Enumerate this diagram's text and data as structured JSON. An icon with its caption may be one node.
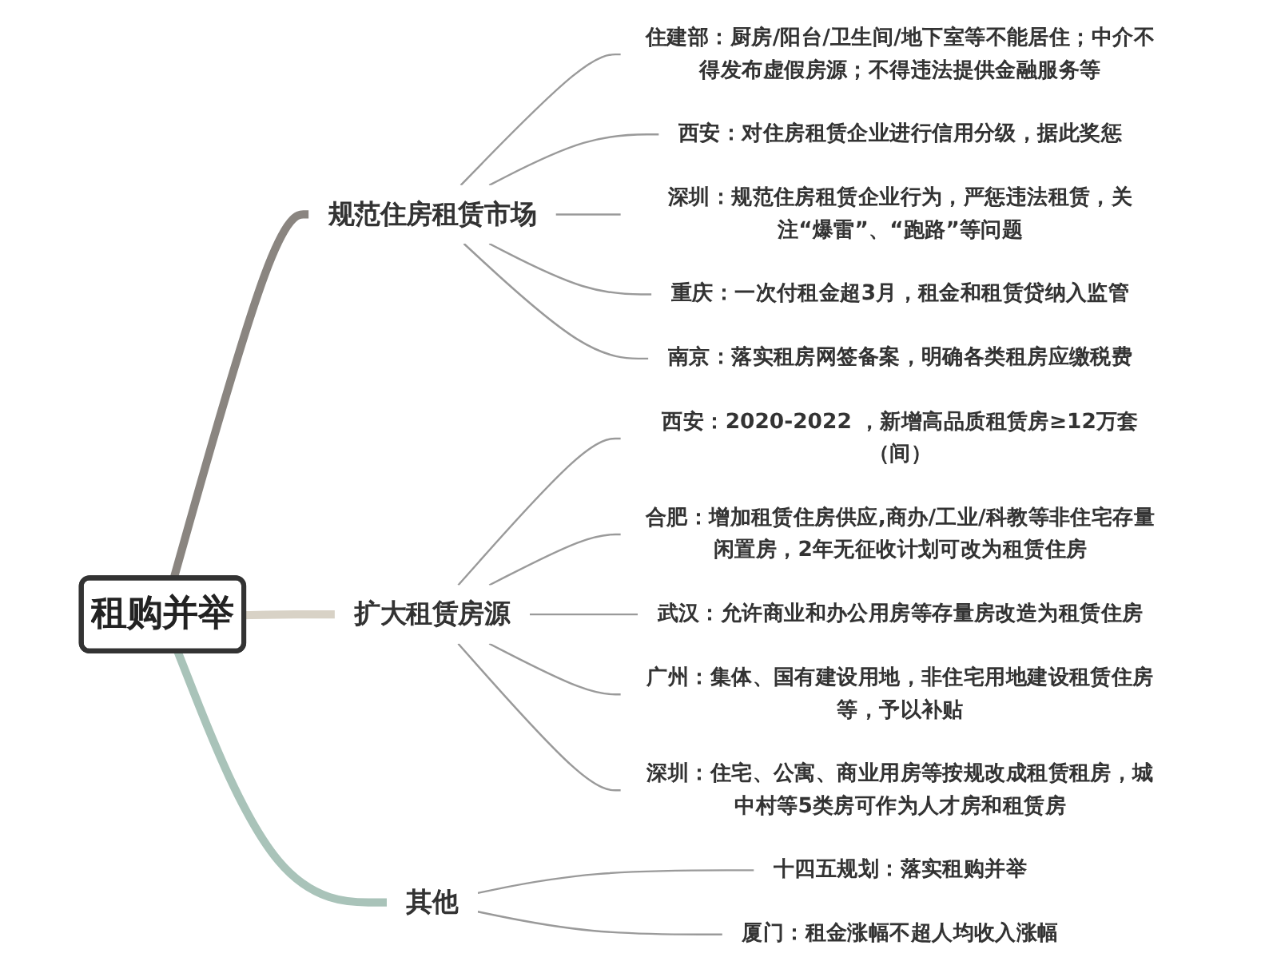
{
  "diagram": {
    "nodes": [
      {
        "text": [
          "租购并举"
        ]
      },
      {
        "text": [
          "规范住房租赁市场"
        ]
      },
      {
        "text": [
          "住建部：厨房/阳台/卫生间/地下室等不能居住；中介不得发布虚假房源；不得违法提供金融服务等"
        ]
      },
      {
        "text": [
          "西安：对住房租赁企业进行信用分级，据此奖惩"
        ]
      },
      {
        "text": [
          "深圳：规范住房租赁企业行为，严惩违法租赁，关注“爆雷”、“跑路”等问题"
        ]
      },
      {
        "text": [
          "重庆：一次付租金超3月，租金和租赁贷纳入监管"
        ]
      },
      {
        "text": [
          "南京：落实租房网签备案，明确各类租房应缴税费"
        ]
      },
      {
        "text": [
          "扩大租赁房源"
        ]
      },
      {
        "text": [
          "西安：2020-2022 ，新增高品质租赁房≥12万套（间）"
        ]
      },
      {
        "text": [
          "合肥：增加租赁住房供应,商办/工业/科教等非住宅存量闲置房，2年无征收计划可改为租赁住房"
        ]
      },
      {
        "text": [
          "武汉：允许商业和办公用房等存量房改造为租赁住房"
        ]
      },
      {
        "text": [
          "广州：集体、国有建设用地，非住宅用地建设租赁住房等，予以补贴"
        ]
      },
      {
        "text": [
          "深圳：住宅、公寓、商业用房等按规改成租赁租房，城中村等5类房可作为人才房和租赁房"
        ]
      },
      {
        "text": [
          "其他"
        ]
      },
      {
        "text": [
          "十四五规划：落实租购并举"
        ]
      },
      {
        "text": [
          "厦门：租金涨幅不超人均收入涨幅"
        ]
      }
    ],
    "edges": [
      {
        "from": 0,
        "to": 1,
        "arrow": "none",
        "style": "thick",
        "color": "#8a8580"
      },
      {
        "from": 1,
        "to": 2,
        "arrow": "none"
      },
      {
        "from": 1,
        "to": 3,
        "arrow": "none"
      },
      {
        "from": 1,
        "to": 4,
        "arrow": "none"
      },
      {
        "from": 1,
        "to": 5,
        "arrow": "none"
      },
      {
        "from": 1,
        "to": 6,
        "arrow": "none"
      },
      {
        "from": 0,
        "to": 7,
        "arrow": "none",
        "style": "thick",
        "color": "#d8d2c6"
      },
      {
        "from": 7,
        "to": 8,
        "arrow": "none"
      },
      {
        "from": 7,
        "to": 9,
        "arrow": "none"
      },
      {
        "from": 7,
        "to": 10,
        "arrow": "none"
      },
      {
        "from": 7,
        "to": 11,
        "arrow": "none"
      },
      {
        "from": 7,
        "to": 12,
        "arrow": "none"
      },
      {
        "from": 0,
        "to": 13,
        "arrow": "none",
        "style": "thick",
        "color": "#a9c3b9"
      },
      {
        "from": 13,
        "to": 14,
        "arrow": "none"
      },
      {
        "from": 13,
        "to": 15,
        "arrow": "none"
      }
    ]
  }
}
